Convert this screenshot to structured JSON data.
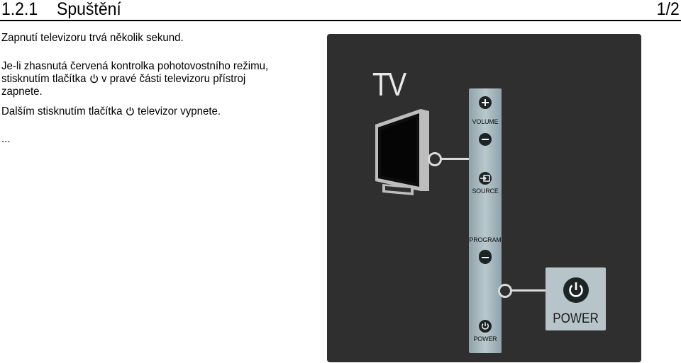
{
  "header": {
    "section_number": "1.2.1",
    "section_title": "Spuštění",
    "page": "1/2"
  },
  "body_text": {
    "p1": "Zapnutí televizoru trvá několik sekund.",
    "p2_line1": "Je-li zhasnutá červená kontrolka pohotovostního režimu,",
    "p2_line2_a": "stisknutím tlačítka",
    "p2_line2_b": "v pravé části televizoru přístroj",
    "p2_line3": "zapnete.",
    "p3_a": "Dalším stisknutím tlačítka",
    "p3_b": "televizor vypnete.",
    "ellipsis": "..."
  },
  "illustration": {
    "tv_label": "TV",
    "controls": {
      "volume": "VOLUME",
      "source": "SOURCE",
      "program": "PROGRAM",
      "power": "POWER"
    },
    "power_box_label": "POWER",
    "icons": [
      "power-icon",
      "plus-icon",
      "minus-icon",
      "source-icon"
    ]
  }
}
